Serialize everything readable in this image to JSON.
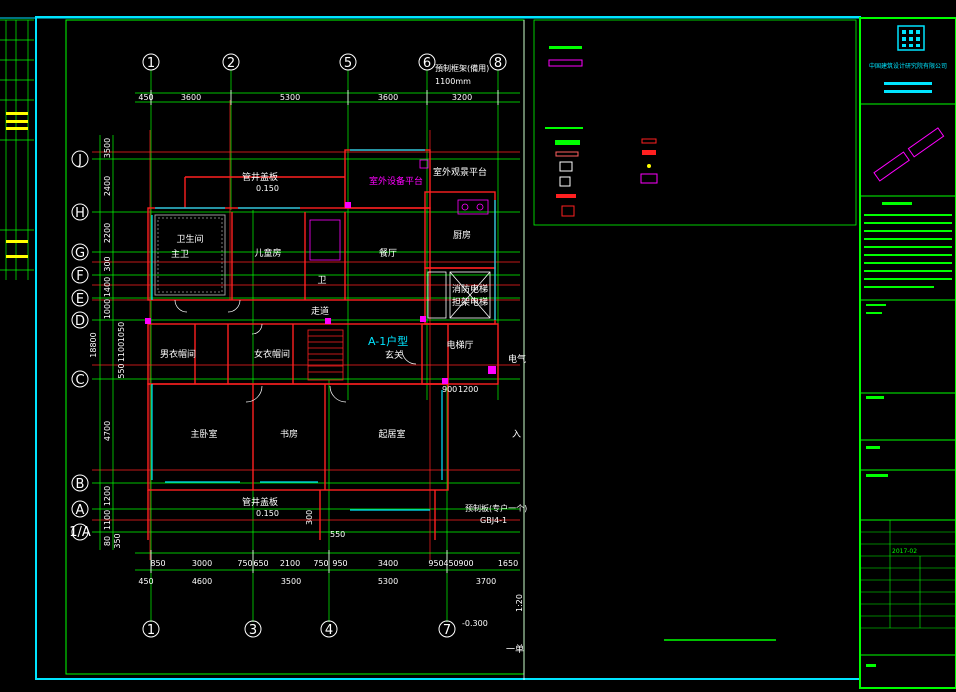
{
  "axes_top": [
    "1",
    "2",
    "5",
    "6",
    "8"
  ],
  "axes_bottom": [
    "1",
    "3",
    "4",
    "7"
  ],
  "axes_left": [
    "J",
    "H",
    "G",
    "F",
    "E",
    "D",
    "C",
    "B",
    "A",
    "1/A"
  ],
  "dims_top": [
    "450",
    "3600",
    "5300",
    "3600",
    "3200"
  ],
  "dims_bottom_1": [
    "850",
    "3000",
    "750",
    "650",
    "2100",
    "750",
    "950",
    "3400",
    "950",
    "450",
    "900",
    "1650"
  ],
  "dims_bottom_2": [
    "450",
    "4600",
    "3500",
    "5300",
    "3700"
  ],
  "dims_left": [
    "3500",
    "2400",
    "2200",
    "300",
    "1400",
    "1000",
    "1050",
    "1100",
    "550",
    "4700",
    "1200",
    "1100",
    "80",
    "350"
  ],
  "dim_left_total": "18800",
  "dim_top_note": "1100mm",
  "top_note": "預制框架(備用)",
  "rooms": {
    "bathroom": "卫生间",
    "master_bath": "主卫",
    "child": "儿童房",
    "dining": "餐厅",
    "kitchen": "厨房",
    "guest_wc": "卫",
    "corridor": "走道",
    "elder": "男衣帽间",
    "female_closet": "女衣帽间",
    "unit_type": "A-1户型",
    "entry": "玄关",
    "elevator_hall": "电梯厅",
    "lift": "消防电梯",
    "lift2": "担架电梯",
    "master": "主卧室",
    "study": "书房",
    "living": "起居室",
    "outdoor": "室外设备平台",
    "outdoor2": "室外观景平台",
    "pipe_top": "管井盖板",
    "pipe_top_val": "0.150",
    "pipe_bot": "管井盖板",
    "pipe_bot_val": "0.150",
    "partial": "入",
    "partial2": "电气",
    "label_bot": "预制板(专户一个)",
    "label_bot2": "GBJ4-1",
    "dim_550": "550",
    "dim_300": "300",
    "dim_1200": "1200",
    "dim_900": "900",
    "level": "-0.300",
    "bottom_title": "一单",
    "side_mark": "1:20"
  },
  "title_block": {
    "company": "中国建筑设计研究院有限公司",
    "date": "2017-02"
  },
  "colors": {
    "frame": "#00e5ff",
    "grid": "#00ff00",
    "wall": "#ff2020",
    "axis": "#ffffff",
    "title_block": "#00ff00",
    "accent": "#ff00ff"
  }
}
